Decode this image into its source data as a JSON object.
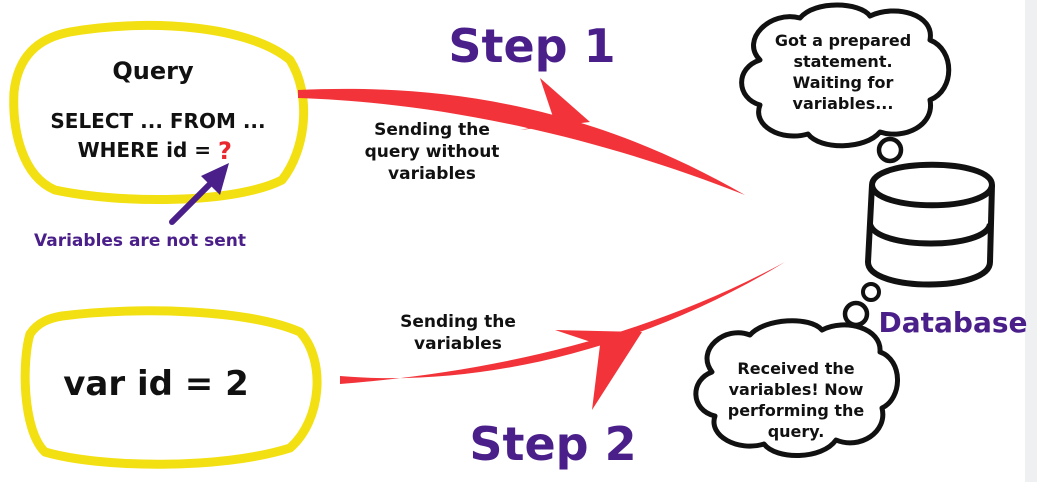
{
  "colors": {
    "yellow": "#f3e012",
    "red": "#f2343a",
    "purple": "#4a1f8a",
    "ink": "#111111",
    "question_mark": "#e8282e"
  },
  "query_box": {
    "title": "Query",
    "line1": "SELECT ... FROM ...",
    "line2": "WHERE id =",
    "placeholder": "?"
  },
  "note": "Variables are not sent",
  "step1": {
    "label": "Step 1",
    "caption": [
      "Sending the",
      "query without",
      "variables"
    ]
  },
  "step2": {
    "label": "Step 2",
    "caption": [
      "Sending the",
      "variables"
    ]
  },
  "var_box": {
    "text": "var id = 2"
  },
  "database": {
    "label": "Database",
    "icon": "database-cylinder-icon",
    "thought_top": [
      "Got a prepared",
      "statement.",
      "Waiting for",
      "variables..."
    ],
    "thought_bottom": [
      "Received the",
      "variables! Now",
      "performing the",
      "query."
    ]
  }
}
